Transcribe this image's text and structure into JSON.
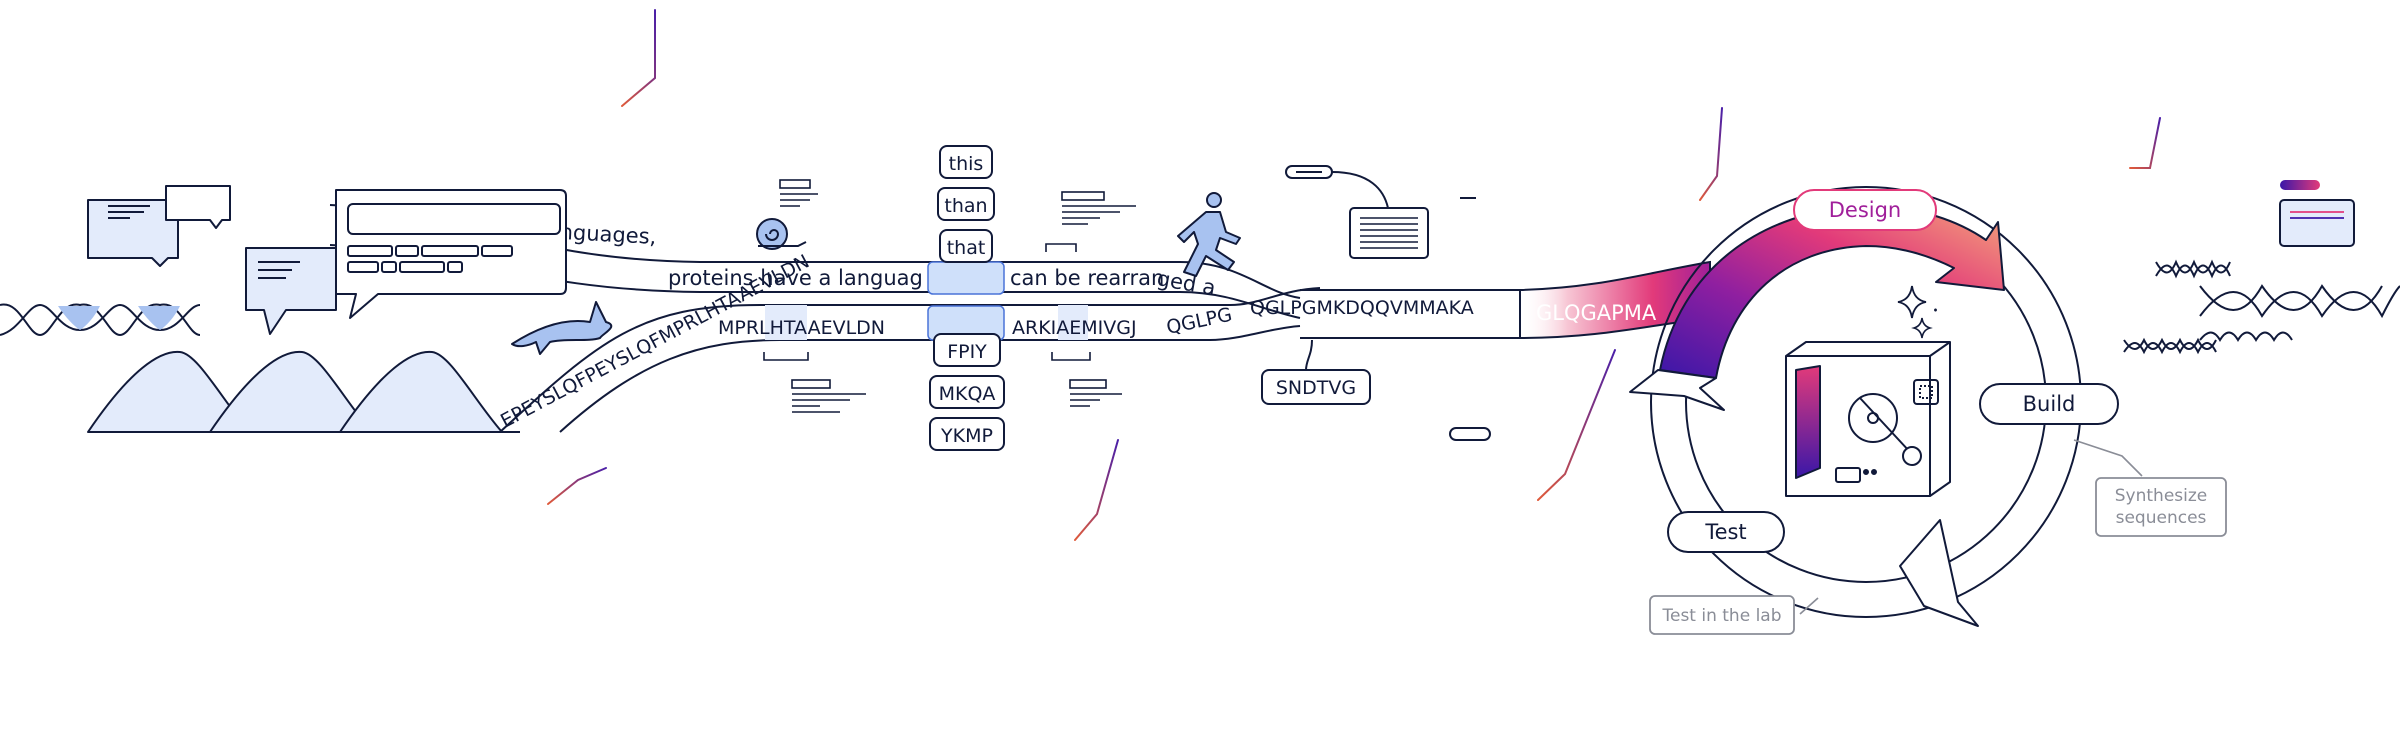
{
  "text": {
    "similar": "Similar to natural languages,",
    "proteins_have": "proteins have a languag",
    "can_be": "can be rearran",
    "ged": "ged a",
    "seq_left": "EPEYSLQFPEYSLQFMPRLHTAAEVLDN",
    "seq_mid": "ARKIAEMIVGJ",
    "seq_qg": "QGLPG",
    "seq_right": "QGLPGMKDQQVMMAKA",
    "seq_gradient": "GLQGAPMA"
  },
  "tokens_top": [
    "this",
    "than",
    "that"
  ],
  "tokens_bottom": [
    "FPIY",
    "MKQA",
    "YKMP"
  ],
  "token_sndtvg": "SNDTVG",
  "cycle": {
    "design": "Design",
    "build": "Build",
    "test": "Test",
    "synthesize": [
      "Synthesize",
      "sequences"
    ],
    "test_lab": "Test in the lab"
  },
  "colors": {
    "ink": "#111a3a",
    "fill_light": "#e3ebfb",
    "fill_blue": "#a8c2f0",
    "token_blue": "#cfe0fa",
    "gradient": [
      "#3a17a8",
      "#8f1fa0",
      "#e23a7a",
      "#f5a77a"
    ],
    "muted": "#8a8d97"
  },
  "icons": [
    "chat-bubble-icon",
    "snail-icon",
    "runner-icon",
    "dolphin-icon",
    "document-icon",
    "sparkle-icon",
    "lab-machine-icon",
    "dna-helix-icon"
  ]
}
